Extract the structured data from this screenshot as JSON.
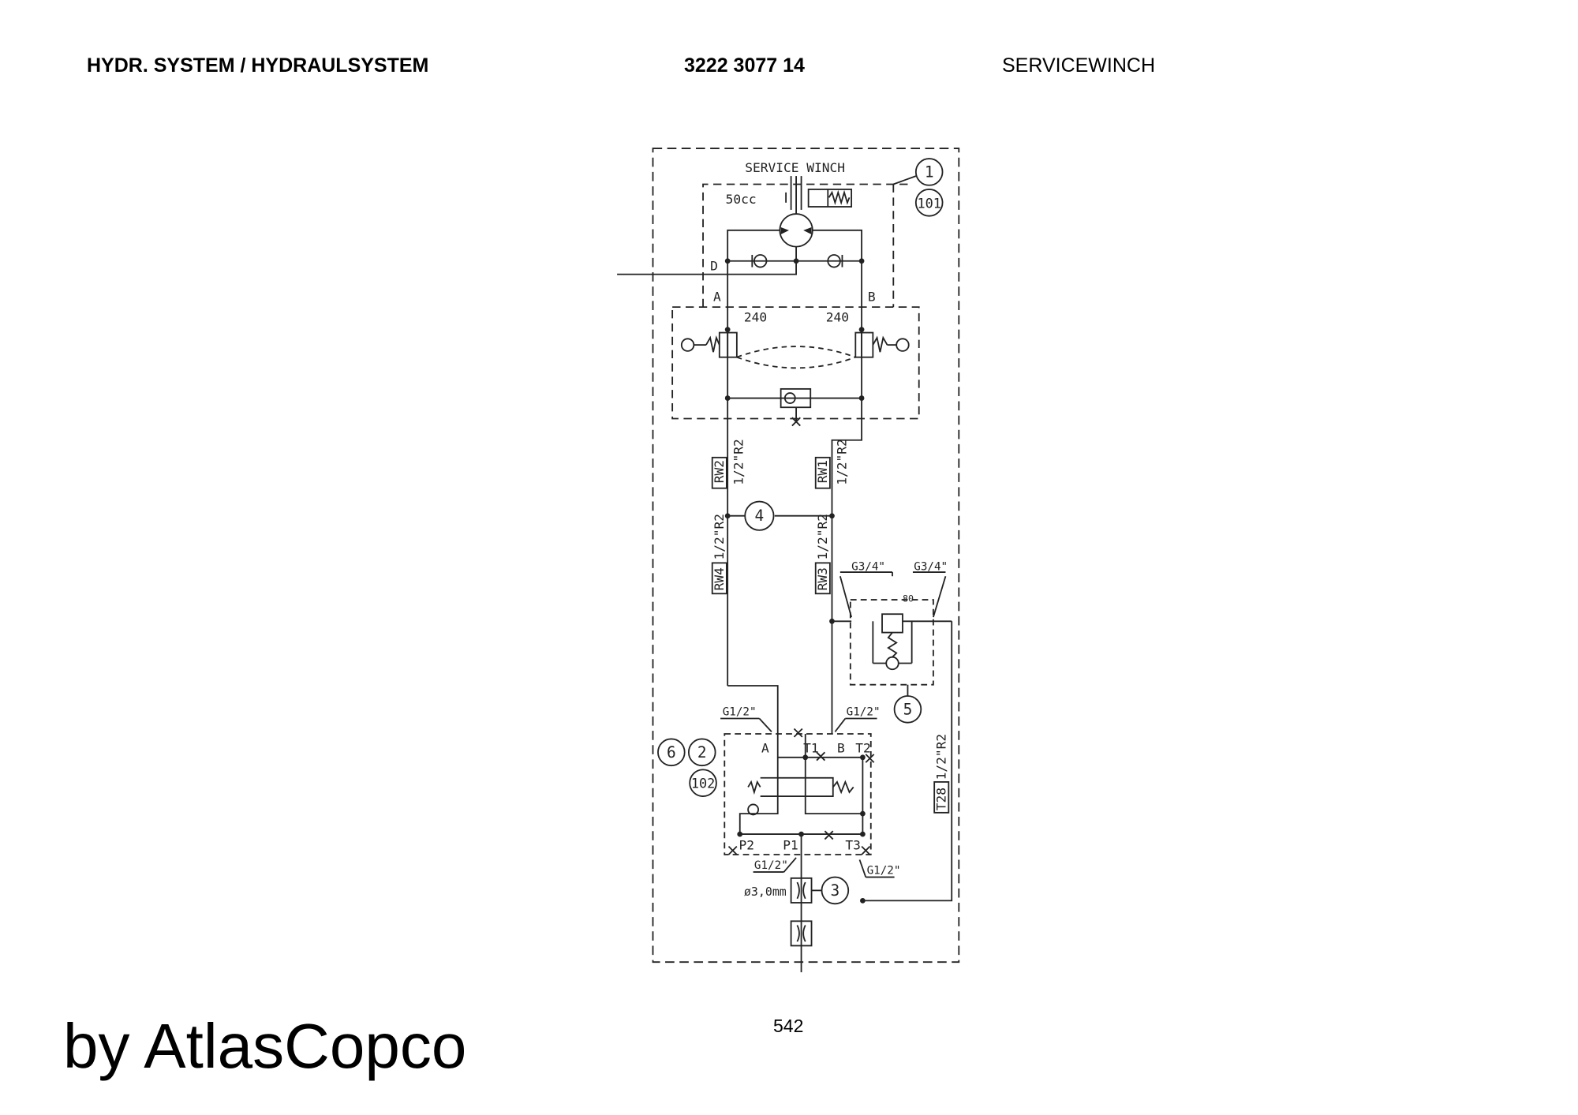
{
  "header": {
    "title": "HYDR. SYSTEM / HYDRAULSYSTEM",
    "part_number": "3222 3077 14",
    "subject": "SERVICEWINCH"
  },
  "page_number": "542",
  "watermark": "by AtlasCopco",
  "diagram": {
    "block_label": "SERVICE WINCH",
    "motor_displacement": "50cc",
    "drain_port": "D",
    "port_a": "A",
    "port_b": "B",
    "relief_a": "240",
    "relief_b": "240",
    "relief_valve_setting": "80",
    "orifice": "ø3,0mm",
    "hoses": {
      "rw2": "RW2",
      "rw2_spec": "1/2\"R2",
      "rw1": "RW1",
      "rw1_spec": "1/2\"R2",
      "rw4": "RW4",
      "rw4_spec": "1/2\"R2",
      "rw3": "RW3",
      "rw3_spec": "1/2\"R2",
      "t28": "T28",
      "t28_spec": "1/2\"R2"
    },
    "thread_labels": {
      "g34_left": "G3/4\"",
      "g34_right": "G3/4\"",
      "g12_a": "G1/2\"",
      "g12_b": "G1/2\"",
      "g12_p1": "G1/2\"",
      "g12_t3": "G1/2\""
    },
    "valve_ports": {
      "a": "A",
      "t1": "T1",
      "b": "B",
      "t2": "T2",
      "p2": "P2",
      "p1": "P1",
      "t3": "T3"
    },
    "callouts": {
      "c1": "1",
      "c101": "101",
      "c4": "4",
      "c5": "5",
      "c6": "6",
      "c2": "2",
      "c102": "102",
      "c3": "3"
    }
  }
}
